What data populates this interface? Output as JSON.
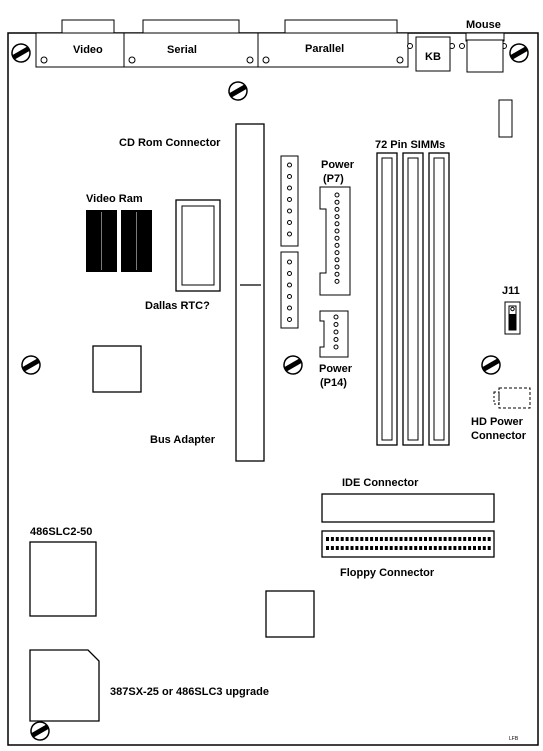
{
  "labels": {
    "video": "Video",
    "serial": "Serial",
    "parallel": "Parallel",
    "mouse": "Mouse",
    "kb": "KB",
    "cd_rom": "CD Rom Connector",
    "simms": "72 Pin SIMMs",
    "power_p7_a": "Power",
    "power_p7_b": "(P7)",
    "video_ram": "Video Ram",
    "dallas": "Dallas RTC?",
    "j11": "J11",
    "power_p14_a": "Power",
    "power_p14_b": "(P14)",
    "hd_power_a": "HD Power",
    "hd_power_b": "Connector",
    "bus_adapter": "Bus Adapter",
    "ide": "IDE Connector",
    "floppy": "Floppy Connector",
    "cpu": "486SLC2-50",
    "fpu": "387SX-25 or 486SLC3 upgrade",
    "initials": "LFB"
  },
  "colors": {
    "ink": "#000000",
    "board": "#ffffff"
  },
  "icons": {
    "mounting_hole": "screw-hole-icon"
  }
}
